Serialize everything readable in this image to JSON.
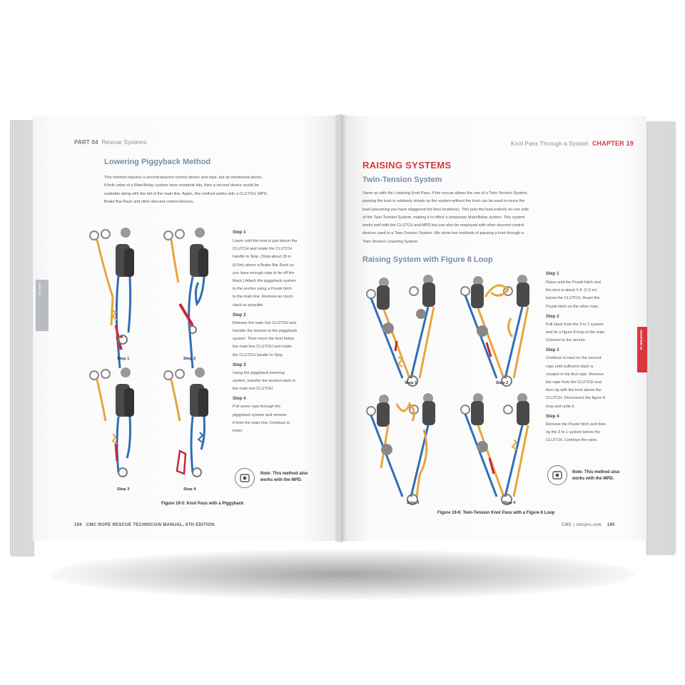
{
  "left_page": {
    "running_part": "PART 04",
    "running_title": "Rescue Systems",
    "section_title": "Lowering Piggyback Method",
    "intro_lines": [
      "This method requires a second descent control device and rope, but as mentioned above,",
      "if both sides of a Main/Belay system have complete kits, then a second device would be",
      "available along with the tail of the main line. Again, this method works with a CLUTCH, MPD,",
      "Brake Bar Rack and other descent control devices."
    ],
    "side_tab": "PART 04",
    "steps": [
      {
        "heading": "Step 1",
        "lines": [
          "Lower until the knot is just above the",
          "CLUTCH and rotate the CLUTCH",
          "handle to Stop. (Stop about 18 in.",
          "(0.5m) above a Brake Bar Rack so",
          "you have enough rope to tie off the",
          "Rack.) Attach the piggyback system",
          "to the anchor using a Prusik hitch",
          "to the main line. Remove as much",
          "slack as possible."
        ]
      },
      {
        "heading": "Step 2",
        "lines": [
          "Release the main line CLUTCH and",
          "transfer the tension to the piggyback",
          "system. Then move the knot below",
          "the main line CLUTCH and rotate",
          "the CLUTCH handle to Stop."
        ]
      },
      {
        "heading": "Step 3",
        "lines": [
          "Using the piggyback lowering",
          "system, transfer the tension back to",
          "the main line CLUTCH."
        ]
      },
      {
        "heading": "Step 4",
        "lines": [
          "Pull some rope through the",
          "piggyback system and remove",
          "it from the main line. Continue to",
          "lower."
        ]
      }
    ],
    "figure_labels": [
      "Step 1",
      "Step 2",
      "Step 3",
      "Step 4"
    ],
    "note": [
      "Note: This method also",
      "works with the MPD."
    ],
    "figure_caption": "Figure 19-5: Knot Pass with a Piggyback",
    "page_number": "194",
    "footer_title": "CMC ROPE RESCUE TECHNICIAN MANUAL, 6TH EDITION"
  },
  "right_page": {
    "running_title": "Knot Pass Through a System",
    "running_chapter": "CHAPTER 19",
    "heading": "RAISING SYSTEMS",
    "subheading": "Twin-Tension System",
    "intro_lines": [
      "Same as with the Lowering Knot Pass, if the rescue allows the use of a Twin-Tension System,",
      "passing the knot is relatively simple as the system without the knot can be used to move the",
      "load (assuming you have staggered the knot locations). This puts the load entirely on one side",
      "of the Twin-Tension System, making it in effect a temporary Main/Belay system. This system",
      "works well with the CLUTCH and MPD but can also be employed with other descent control",
      "devices used in a Twin-Tension System. We show two methods of passing a knot through a",
      "Twin-Tension Lowering System."
    ],
    "figure_heading": "Raising System with Figure 8 Loop",
    "side_tab": "CHAPTER 19",
    "steps": [
      {
        "heading": "Step 1",
        "lines": [
          "Raise until the Prusik hitch and",
          "the knot is about 5 ft. (1.5 m)",
          "below the CLUTCH. Reset the",
          "Prusik hitch on the other rope."
        ]
      },
      {
        "heading": "Step 2",
        "lines": [
          "Pull slack from the 3 to 1 system",
          "and tie a figure 8 loop in the rope.",
          "Connect to the anchor."
        ]
      },
      {
        "heading": "Step 3",
        "lines": [
          "Continue to haul on the second",
          "rope until sufficient slack is",
          "created in the first rope. Remove",
          "the rope from the CLUTCH and",
          "then rig with the knot above the",
          "CLUTCH. Disconnect the figure 8",
          "loop and untie it."
        ]
      },
      {
        "heading": "Step 4",
        "lines": [
          "Remove the Prusik hitch and then",
          "rig the 3 to 1 system below the",
          "CLUTCH. Continue the raise."
        ]
      }
    ],
    "figure_labels": [
      "Step 1",
      "Step 2",
      "Step 3",
      "Step 4"
    ],
    "note": [
      "Note: This method also",
      "works with the MPD."
    ],
    "figure_caption": "Figure 19-6: Twin-Tension Knot Pass with a Figure 8 Loop",
    "footer_site": "CMC | cmcpro.com",
    "page_number": "195"
  },
  "colors": {
    "accent_red": "#d9363e",
    "heading_blue": "#7a8ea4",
    "rope_blue": "#2f6fb6",
    "rope_orange": "#e8a53a",
    "sling_red": "#c8283a"
  }
}
